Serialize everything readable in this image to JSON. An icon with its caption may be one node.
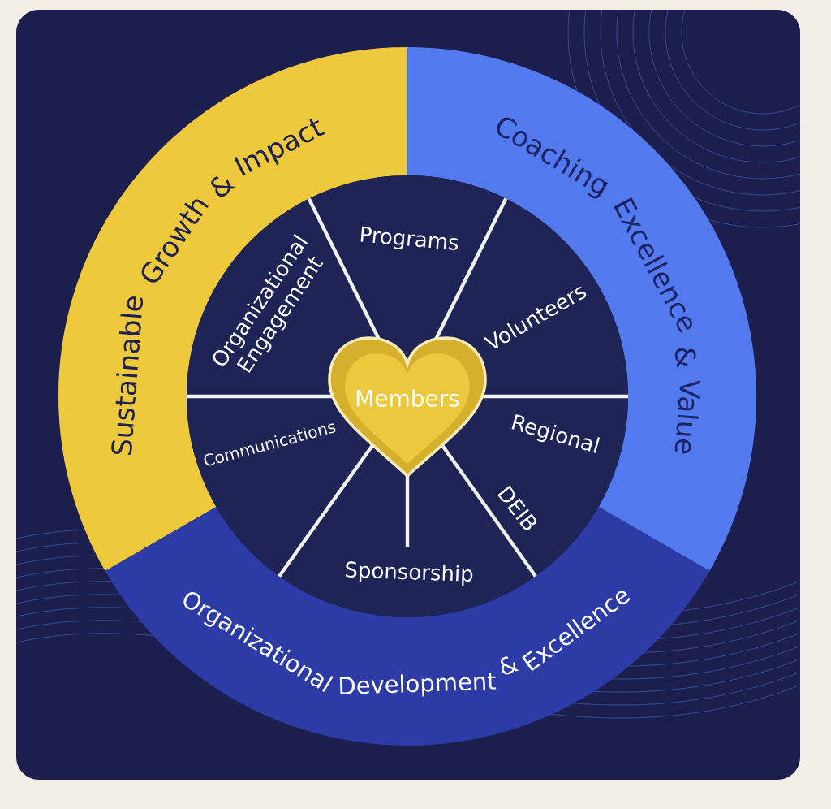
{
  "diagram": {
    "nodes": [
      {
        "text": [
          "Sustainable Growth & Impact"
        ]
      },
      {
        "text": [
          "Coaching Excellence & Value"
        ]
      },
      {
        "text": [
          "Programs"
        ]
      },
      {
        "text": [
          "Organizational Engagement"
        ]
      },
      {
        "text": [
          "Volunteers"
        ]
      },
      {
        "text": [
          "Members"
        ]
      },
      {
        "text": [
          "Communications"
        ]
      },
      {
        "text": [
          "Regional"
        ]
      },
      {
        "text": [
          "DEIB"
        ]
      },
      {
        "text": [
          "Sponsorship"
        ]
      },
      {
        "text": [
          "Organizational Development & Excellence"
        ]
      }
    ]
  }
}
